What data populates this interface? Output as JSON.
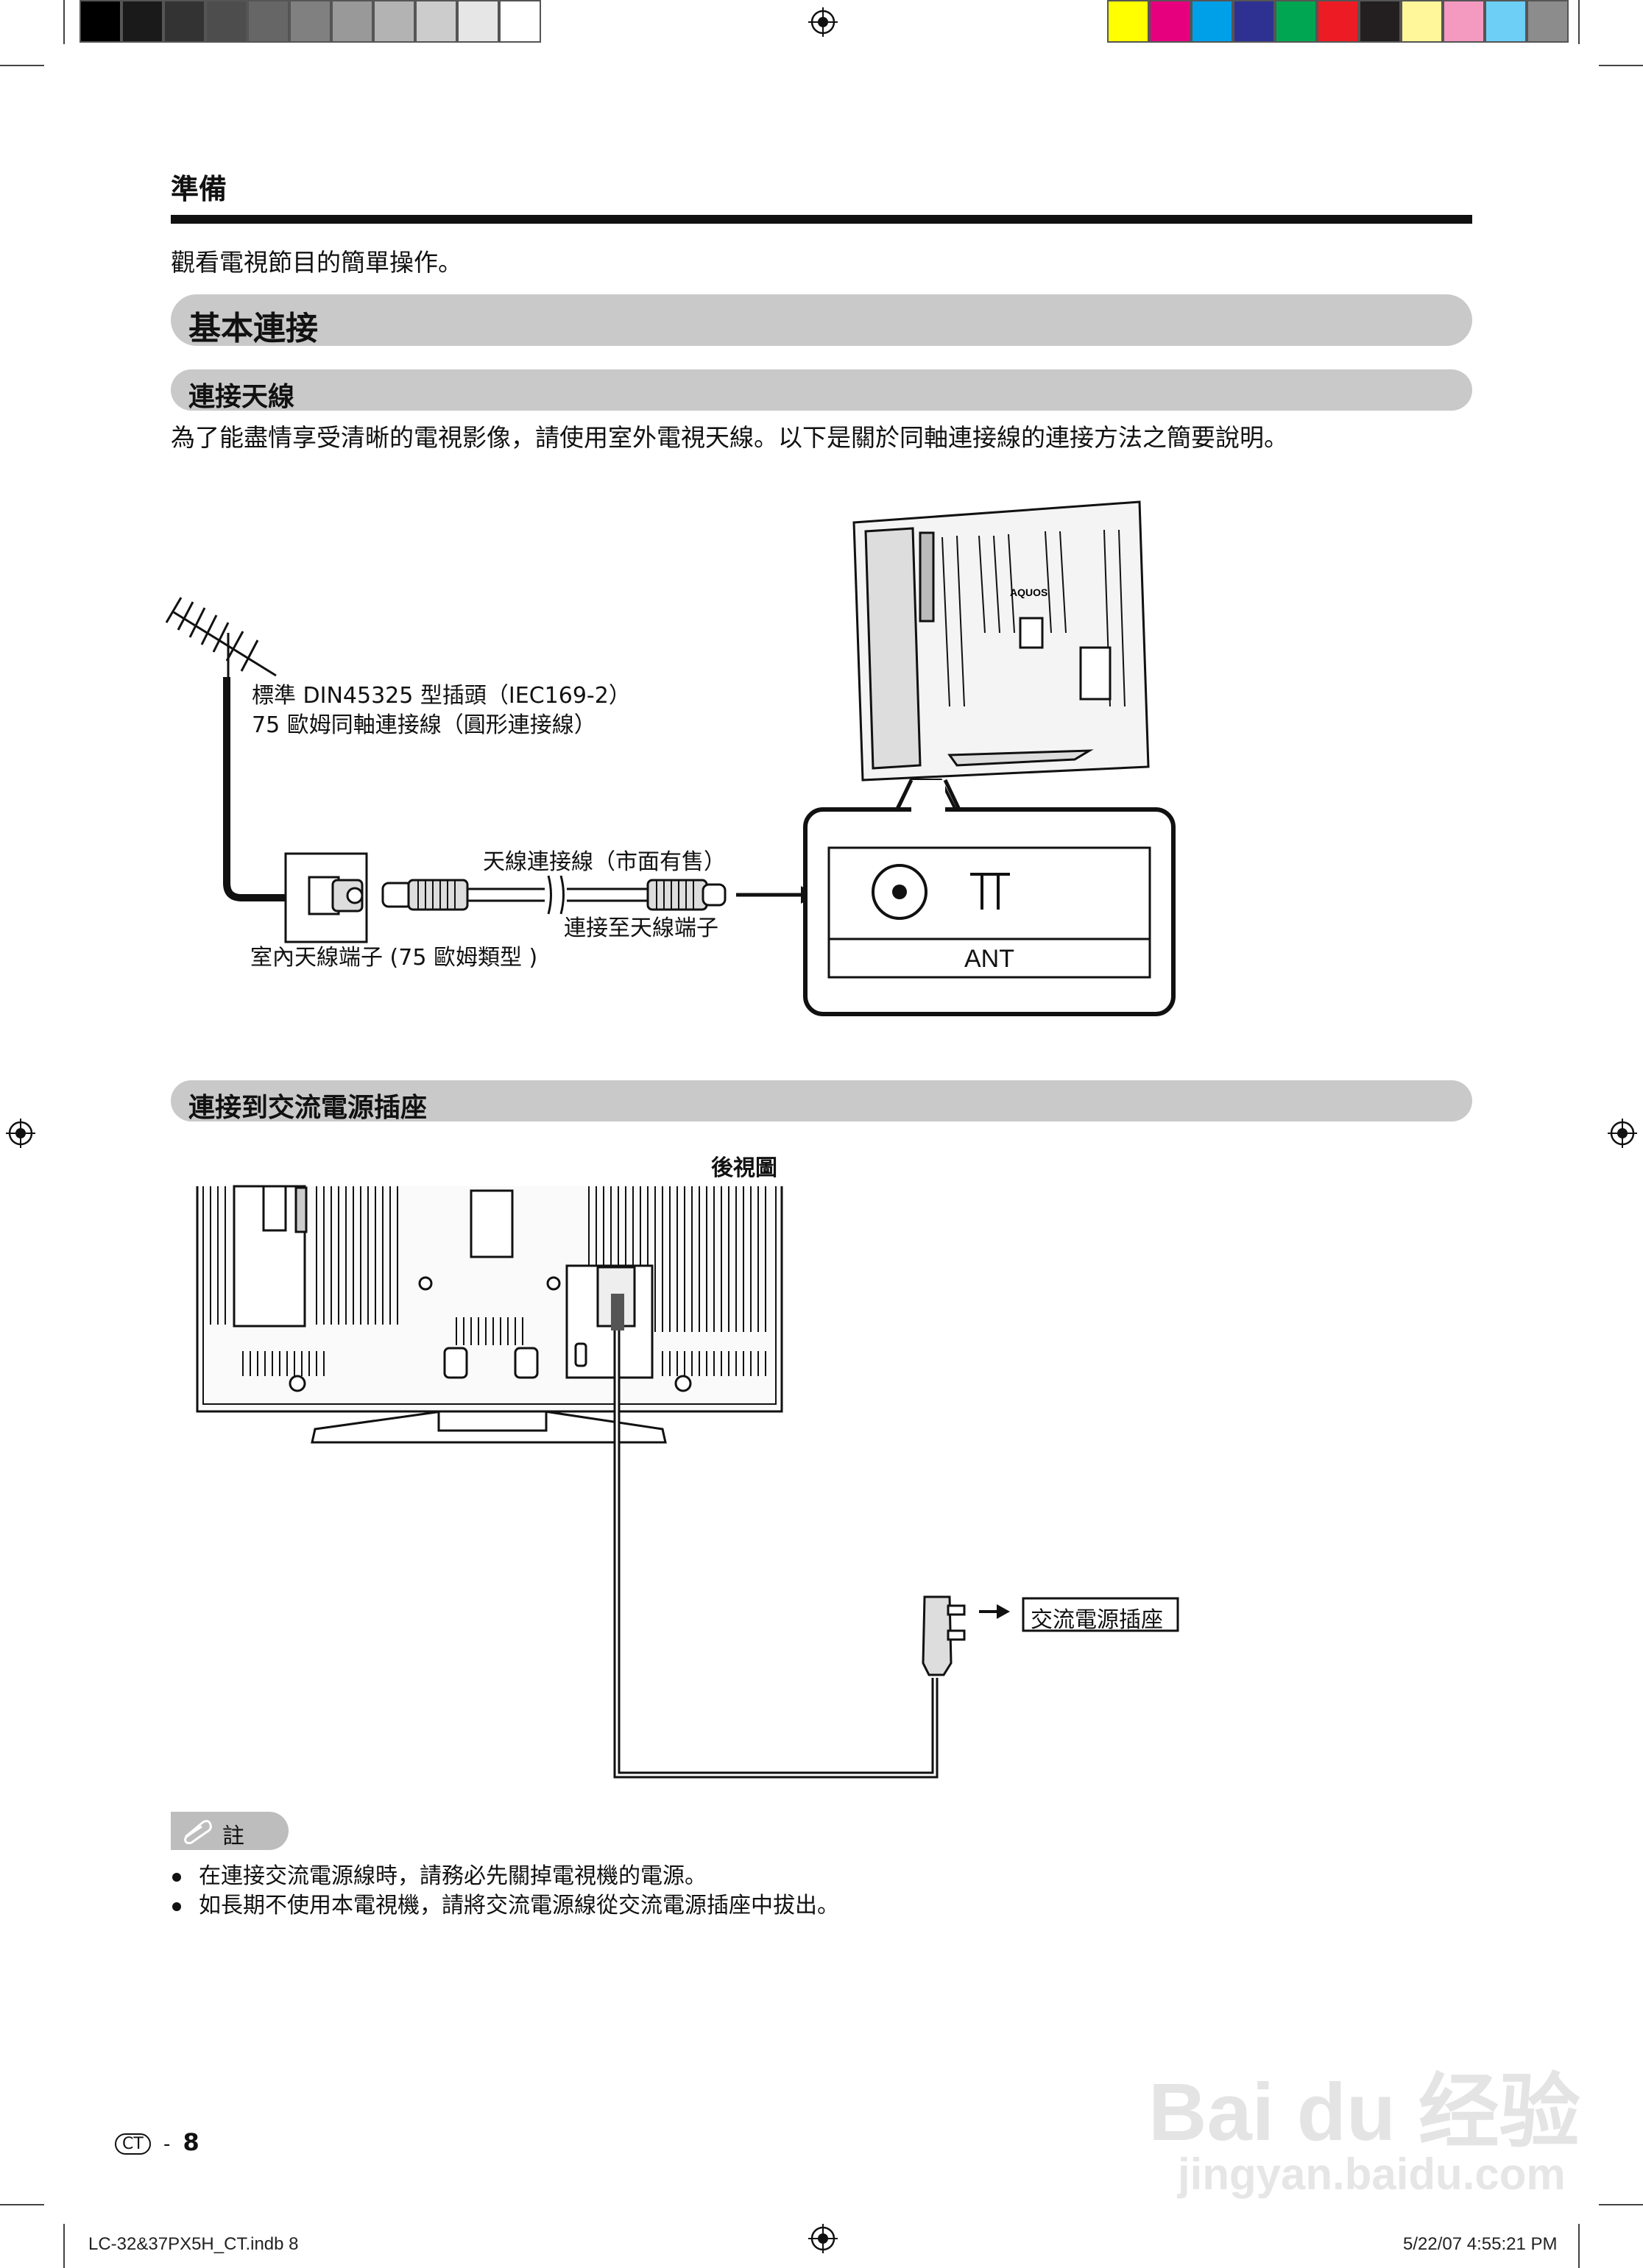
{
  "swatches_gray": [
    "#000000",
    "#1a1a1a",
    "#333333",
    "#4d4d4d",
    "#666666",
    "#808080",
    "#999999",
    "#b3b3b3",
    "#cccccc",
    "#e6e6e6",
    "#ffffff"
  ],
  "swatches_color": [
    "#ffff00",
    "#e6007e",
    "#00a0e9",
    "#2e3192",
    "#00a651",
    "#ed1c24",
    "#231f20",
    "#fff799",
    "#f49ac1",
    "#6dcff6",
    "#8c8c8c"
  ],
  "header": {
    "section": "準備",
    "intro": "觀看電視節目的簡單操作。"
  },
  "main_heading": "基本連接",
  "antenna": {
    "heading": "連接天線",
    "paragraph": "為了能盡情享受清晰的電視影像，請使用室外電視天線。以下是關於同軸連接線的連接方法之簡要說明。",
    "label_plug_line1": "標準 DIN45325 型插頭（IEC169-2）",
    "label_plug_line2": "75 歐姆同軸連接線（圓形連接線）",
    "label_cable": "天線連接線（市面有售）",
    "label_connect": "連接至天線端子",
    "label_indoor": "室內天線端子 (75 歐姆類型 )",
    "ant_label": "ANT",
    "brand": "AQUOS"
  },
  "power": {
    "heading": "連接到交流電源插座",
    "rear_view": "後視圖",
    "outlet_label": "交流電源插座"
  },
  "note": {
    "tab_label": "註",
    "items": [
      "在連接交流電源線時，請務必先關掉電視機的電源。",
      "如長期不使用本電視機，請將交流電源線從交流電源插座中拔出。"
    ]
  },
  "page": {
    "lang_code": "CT",
    "separator": "-",
    "number": "8"
  },
  "footer": {
    "file": "LC-32&37PX5H_CT.indb   8",
    "timestamp": "5/22/07   4:55:21 PM"
  },
  "watermark": {
    "line1": "Bai du 经验",
    "line2": "jingyan.baidu.com"
  }
}
